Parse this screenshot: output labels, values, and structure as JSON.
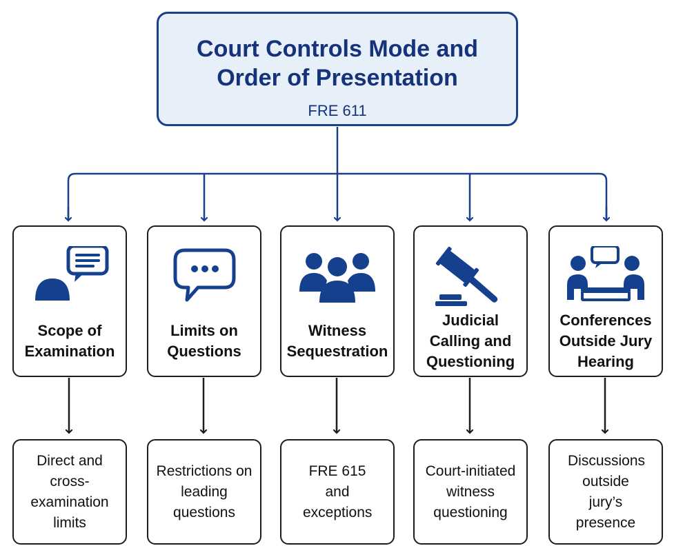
{
  "root": {
    "title": "Court Controls Mode and Order of Presentation",
    "subtitle": "FRE 611"
  },
  "categories": [
    {
      "icon": "speaker-with-speech-bubble-icon",
      "label": "Scope of Examination",
      "detail": "Direct and cross-examination limits"
    },
    {
      "icon": "speech-bubble-ellipsis-icon",
      "label": "Limits on Questions",
      "detail": "Restrictions on leading questions"
    },
    {
      "icon": "group-of-people-icon",
      "label": "Witness Sequestration",
      "detail": "FRE 615 and exceptions"
    },
    {
      "icon": "gavel-icon",
      "label": "Judicial Calling and Questioning",
      "detail": "Court-initiated witness questioning"
    },
    {
      "icon": "conference-table-icon",
      "label": "Conferences Outside Jury Hearing",
      "detail": "Discussions outside jury’s presence"
    }
  ],
  "colors": {
    "accent": "#1a3f8c",
    "icon": "#15408e",
    "root_fill": "#e7eff9",
    "box_border": "#1c1c1c"
  }
}
